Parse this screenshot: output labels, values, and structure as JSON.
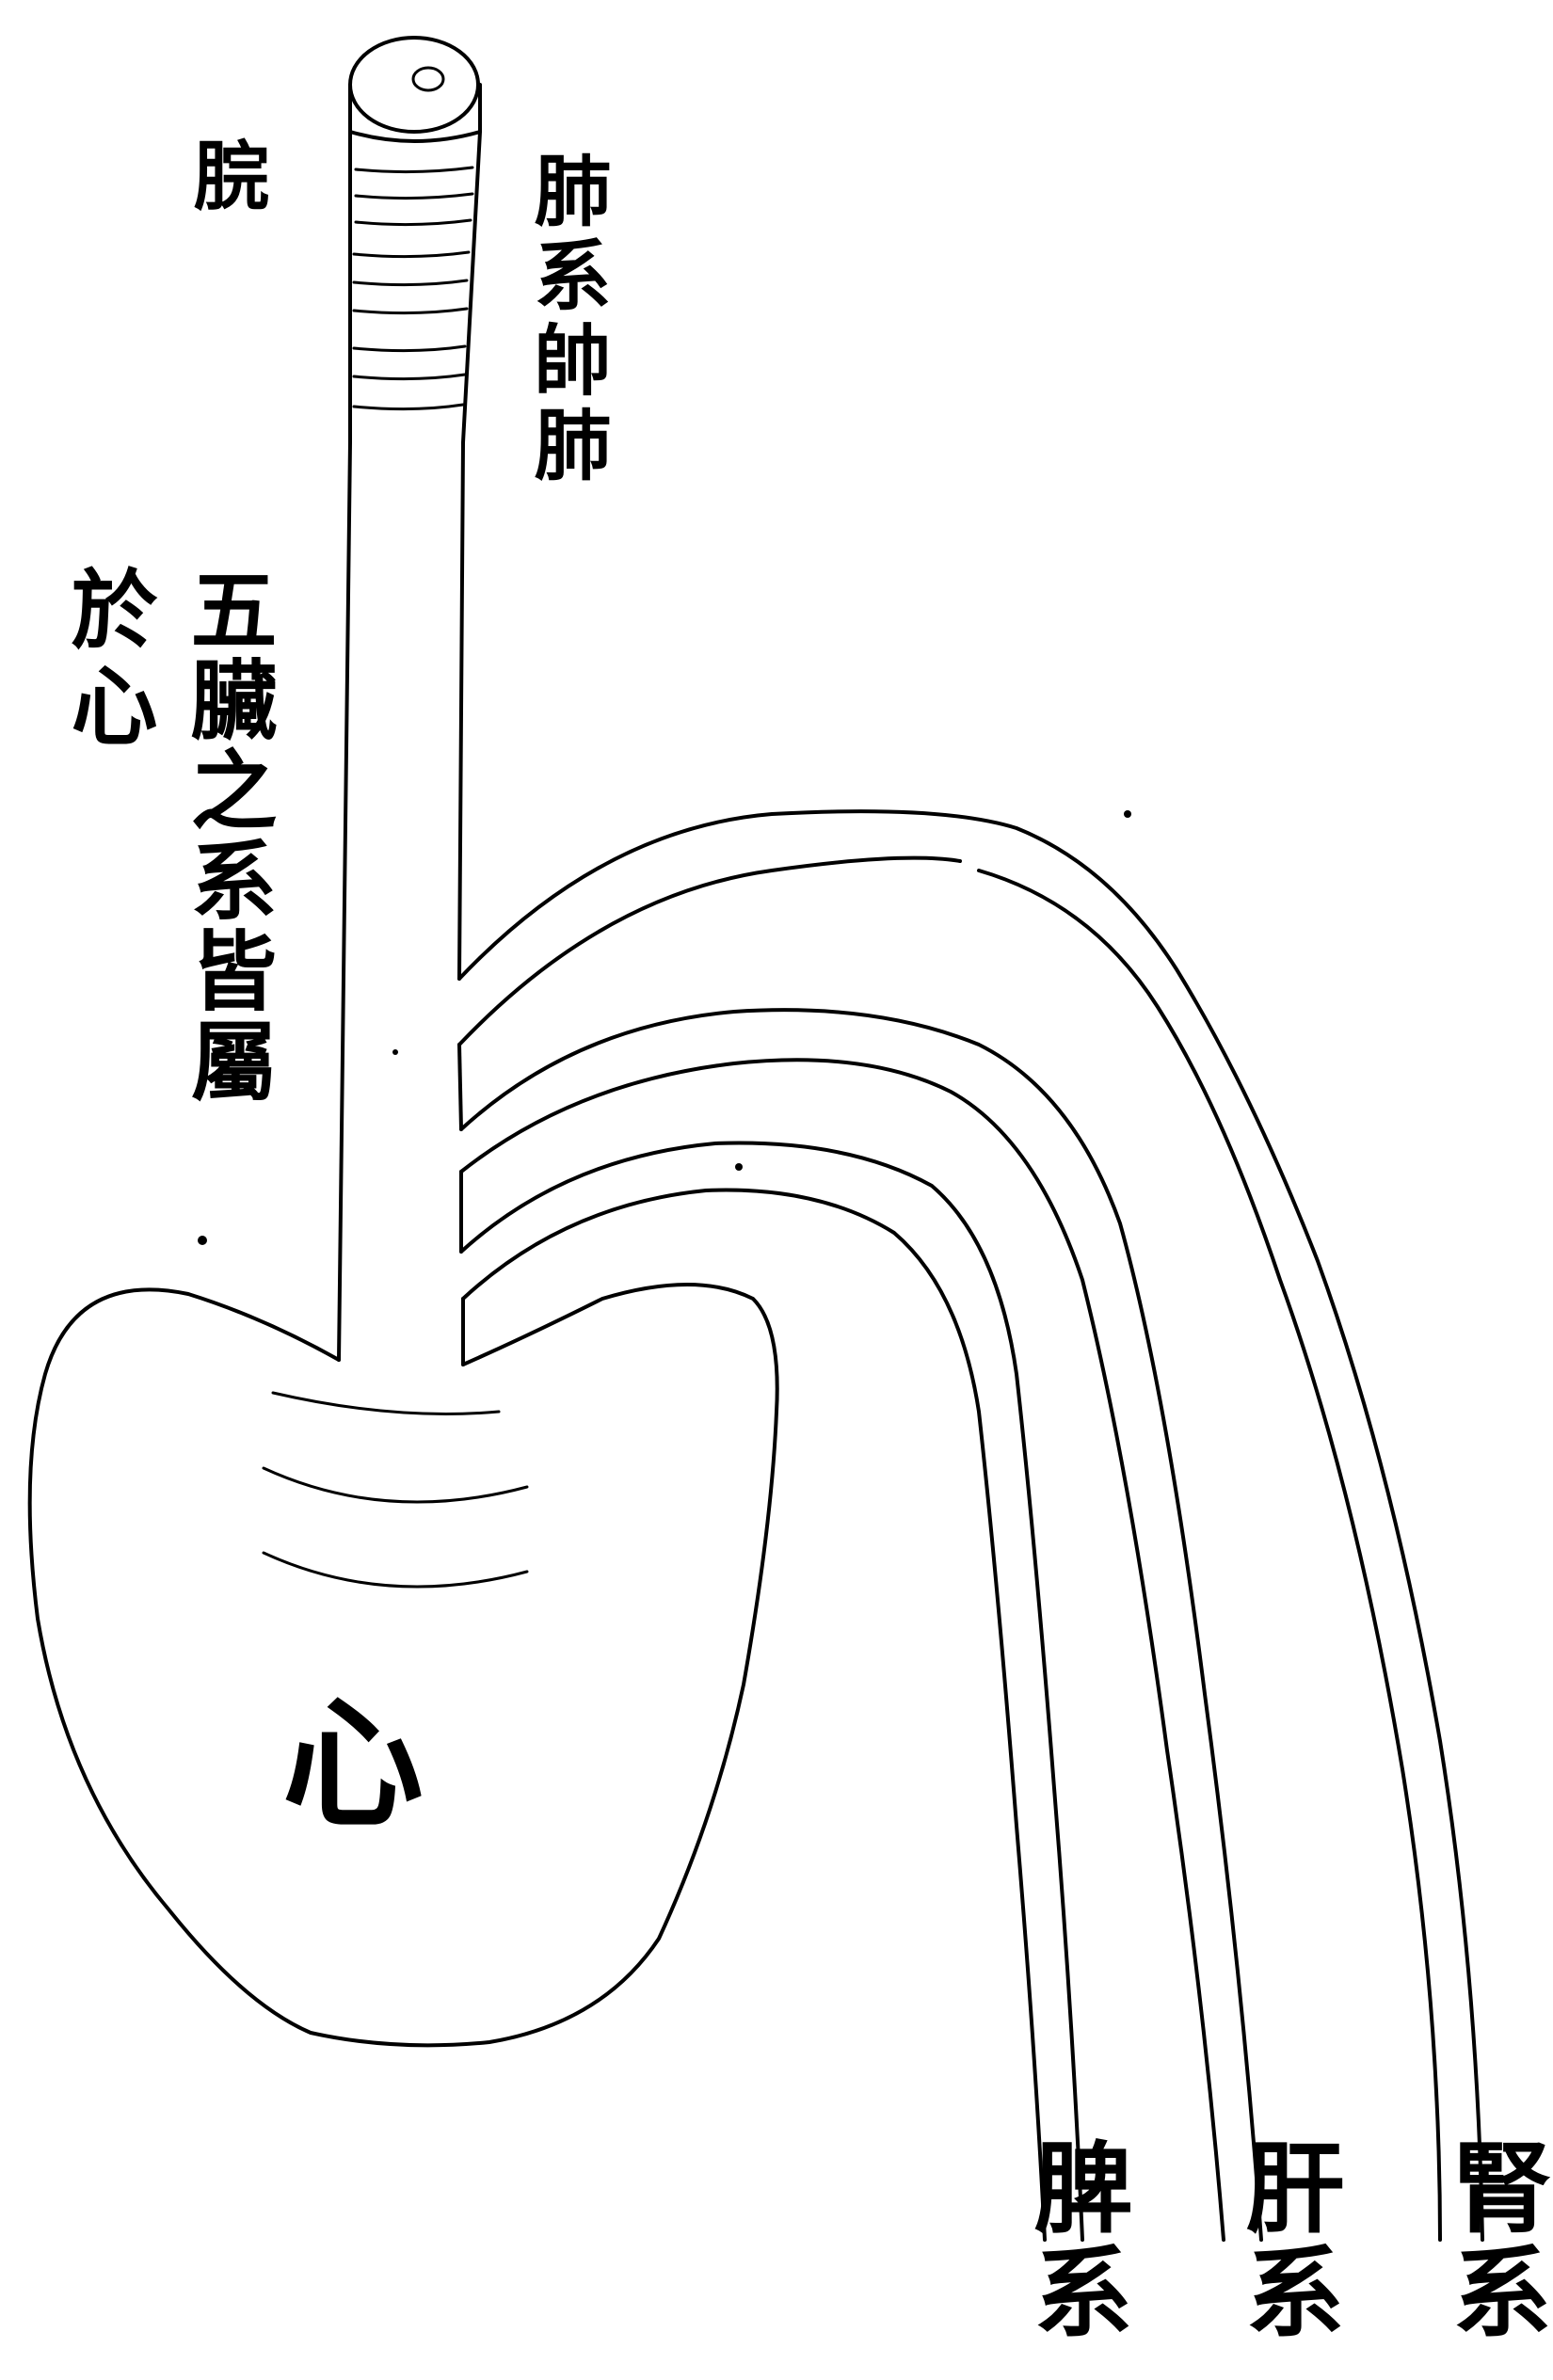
{
  "labels": {
    "trachea": "脘",
    "lung_connection": "肺系帥肺",
    "five_organs_col1": "五臟之系皆屬",
    "five_organs_col2": "於心",
    "heart": "心",
    "spleen": "脾系",
    "liver": "肝系",
    "kidney": "腎系"
  }
}
